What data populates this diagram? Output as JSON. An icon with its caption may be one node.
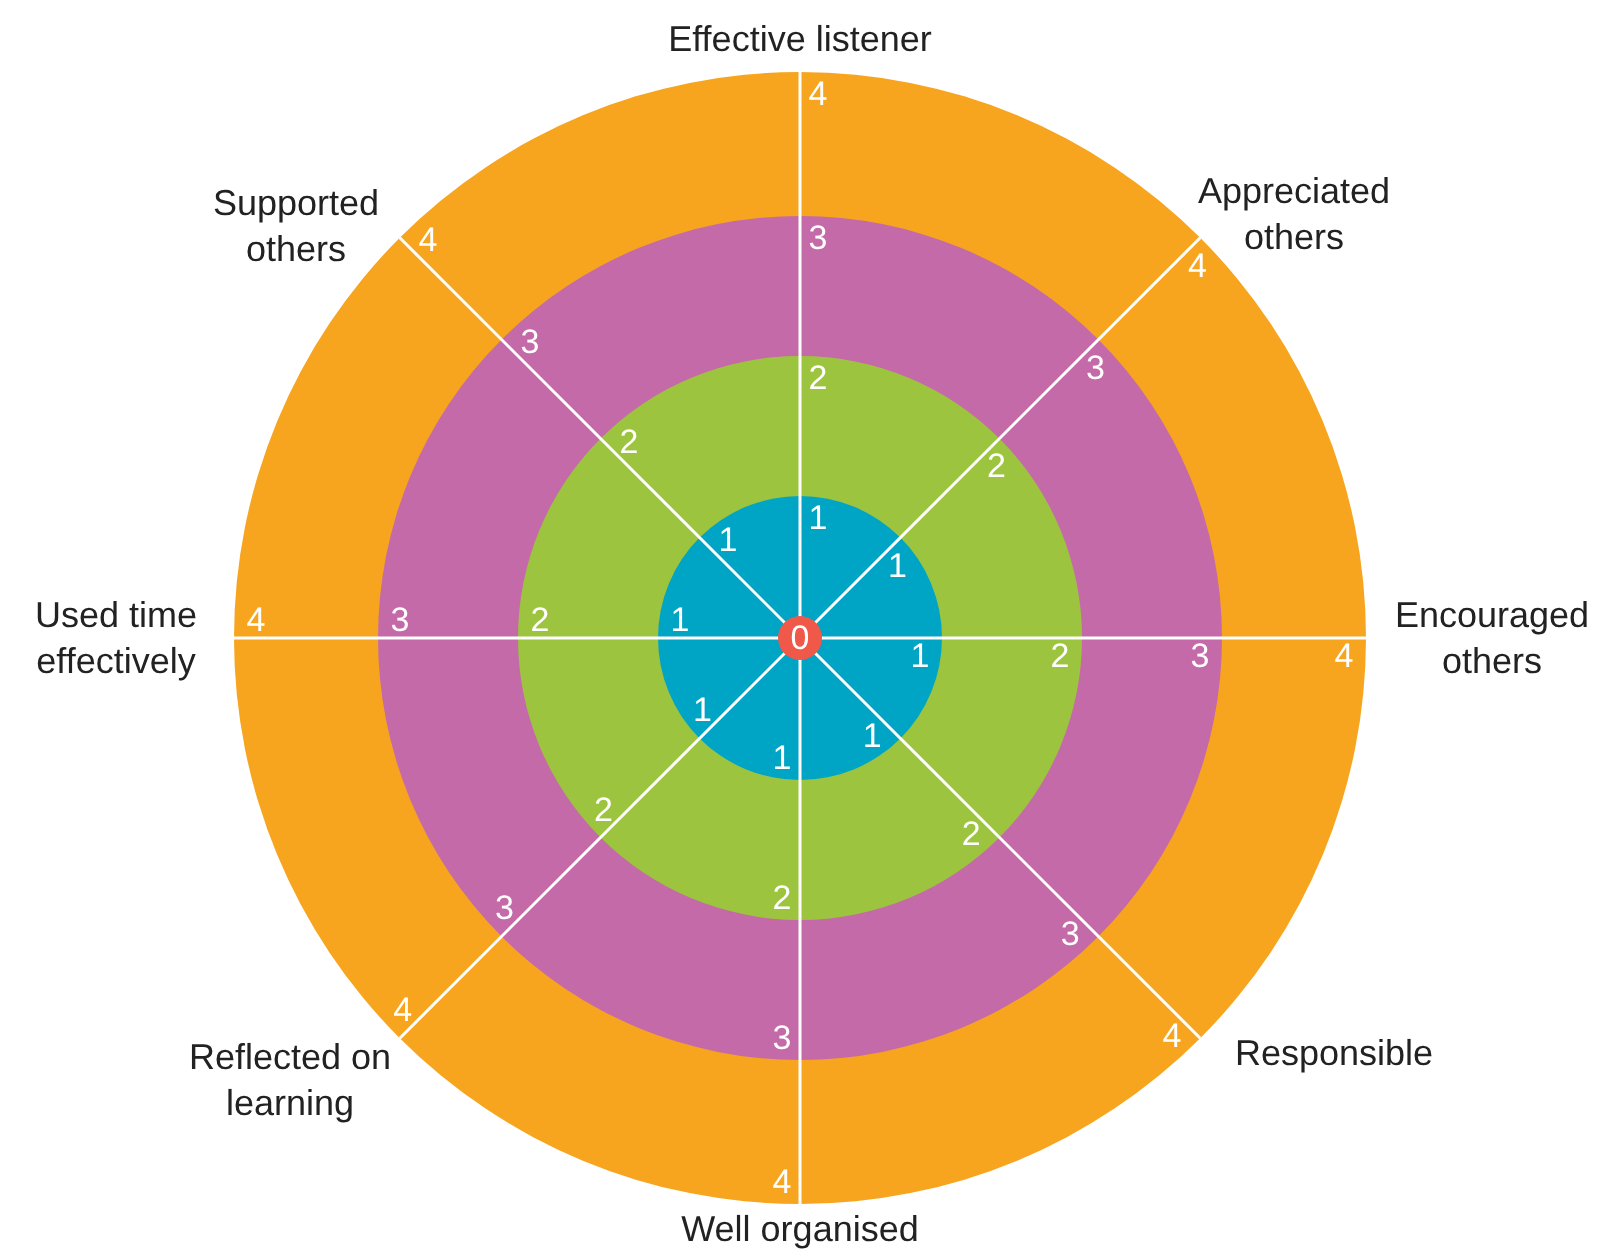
{
  "diagram": {
    "labels": [
      "Effective listener",
      "Appreciated others",
      "Supported others",
      "Used time effectively",
      "Encouraged others",
      "Reflected on learning",
      "Responsible",
      "Well organised",
      "0",
      "1",
      "2",
      "3",
      "4",
      "1",
      "2",
      "3",
      "4",
      "1",
      "2",
      "3",
      "4",
      "1",
      "2",
      "3",
      "4",
      "1",
      "2",
      "3",
      "4",
      "1",
      "2",
      "3",
      "4",
      "1",
      "2",
      "3",
      "4",
      "1",
      "2",
      "3",
      "4"
    ]
  }
}
